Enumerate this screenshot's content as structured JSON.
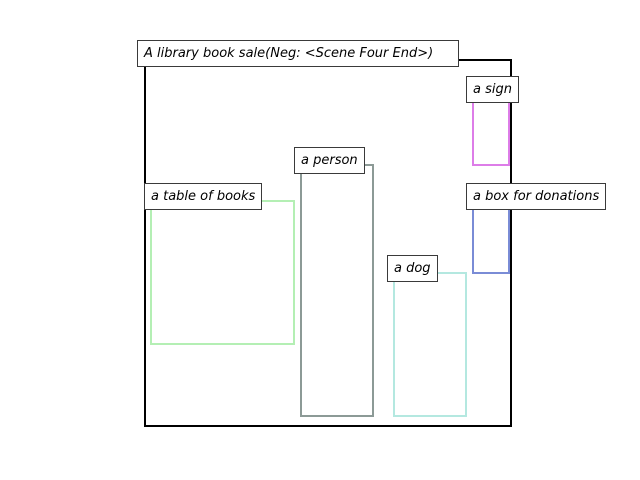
{
  "diagram": {
    "title": "A library book sale(Neg: <Scene Four End>)",
    "objects": [
      {
        "id": "sign",
        "label": "a sign",
        "color": "#dd7de8"
      },
      {
        "id": "person",
        "label": "a person",
        "color": "#8c9a96"
      },
      {
        "id": "table",
        "label": "a table of books",
        "color": "#b4efb4"
      },
      {
        "id": "box",
        "label": "a box for donations",
        "color": "#7a8cd6"
      },
      {
        "id": "dog",
        "label": "a dog",
        "color": "#b4e8e0"
      }
    ]
  }
}
